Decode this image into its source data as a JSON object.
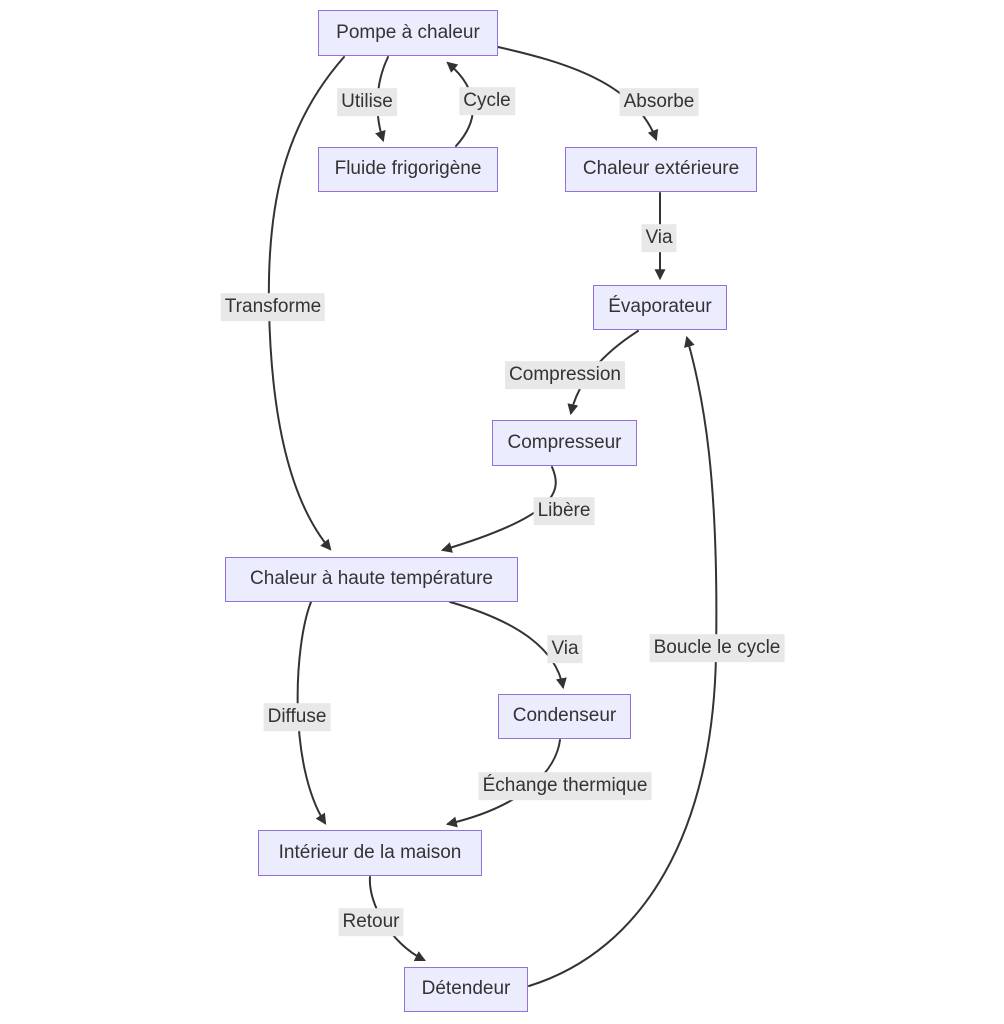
{
  "diagram": {
    "type": "flowchart",
    "direction": "top-down",
    "nodes": [
      {
        "id": "pompe",
        "label": "Pompe à chaleur"
      },
      {
        "id": "fluide",
        "label": "Fluide frigorigène"
      },
      {
        "id": "chaleur_ext",
        "label": "Chaleur extérieure"
      },
      {
        "id": "evaporateur",
        "label": "Évaporateur"
      },
      {
        "id": "compresseur",
        "label": "Compresseur"
      },
      {
        "id": "chaleur_haute",
        "label": "Chaleur à haute température"
      },
      {
        "id": "condenseur",
        "label": "Condenseur"
      },
      {
        "id": "interieur",
        "label": "Intérieur de la maison"
      },
      {
        "id": "detendeur",
        "label": "Détendeur"
      }
    ],
    "edges": [
      {
        "from": "pompe",
        "to": "fluide",
        "label": "Utilise"
      },
      {
        "from": "fluide",
        "to": "pompe",
        "label": "Cycle"
      },
      {
        "from": "pompe",
        "to": "chaleur_ext",
        "label": "Absorbe"
      },
      {
        "from": "chaleur_ext",
        "to": "evaporateur",
        "label": "Via"
      },
      {
        "from": "pompe",
        "to": "chaleur_haute",
        "label": "Transforme"
      },
      {
        "from": "evaporateur",
        "to": "compresseur",
        "label": "Compression"
      },
      {
        "from": "compresseur",
        "to": "chaleur_haute",
        "label": "Libère"
      },
      {
        "from": "chaleur_haute",
        "to": "condenseur",
        "label": "Via"
      },
      {
        "from": "chaleur_haute",
        "to": "interieur",
        "label": "Diffuse"
      },
      {
        "from": "condenseur",
        "to": "interieur",
        "label": "Échange thermique"
      },
      {
        "from": "interieur",
        "to": "detendeur",
        "label": "Retour"
      },
      {
        "from": "detendeur",
        "to": "evaporateur",
        "label": "Boucle le cycle"
      }
    ],
    "colors": {
      "node_fill": "#ECECFF",
      "node_border": "#9370DB",
      "edge": "#333333",
      "label_bg": "#e8e8e8",
      "text": "#333333",
      "background": "#ffffff"
    }
  }
}
